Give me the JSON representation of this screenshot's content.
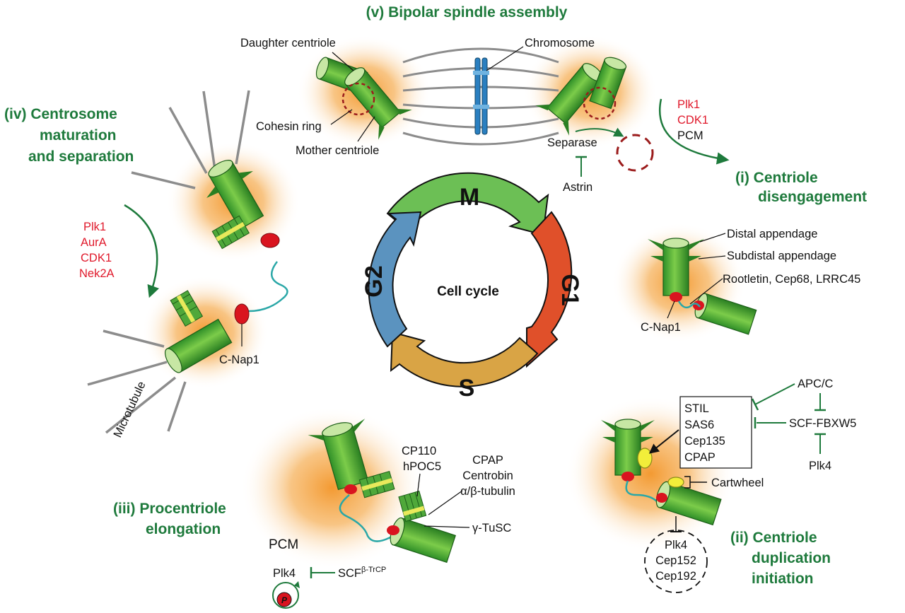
{
  "stages": {
    "v": "(v) Bipolar spindle assembly",
    "iv": [
      "(iv) Centrosome",
      "maturation",
      "and separation"
    ],
    "i": [
      "(i) Centriole",
      "disengagement"
    ],
    "iii": [
      "(iii) Procentriole",
      "elongation"
    ],
    "ii": [
      "(ii) Centriole",
      "duplication",
      "initiation"
    ]
  },
  "cycle": {
    "center": "Cell cycle",
    "phases": {
      "m": "M",
      "g1": "G1",
      "s": "S",
      "g2": "G2"
    },
    "colors": {
      "m": "#6cbf55",
      "g1": "#e0502a",
      "s": "#d9a445",
      "g2": "#5b93bf"
    }
  },
  "spindle": {
    "daughter_centriole": "Daughter centriole",
    "chromosome": "Chromosome",
    "cohesin_ring": "Cohesin ring",
    "mother_centriole": "Mother centriole",
    "separase": "Separase",
    "astrin": "Astrin",
    "kinases": [
      "Plk1",
      "CDK1"
    ],
    "pcm": "PCM"
  },
  "maturation": {
    "kinases": [
      "Plk1",
      "AurA",
      "CDK1",
      "Nek2A"
    ],
    "cnap1": "C-Nap1",
    "microtubule": "Microtubule"
  },
  "disengagement": {
    "distal": "Distal appendage",
    "subdistal": "Subdistal appendage",
    "rootletin": "Rootletin, Cep68, LRRC45",
    "cnap1": "C-Nap1"
  },
  "duplication": {
    "box": [
      "STIL",
      "SAS6",
      "Cep135",
      "CPAP"
    ],
    "apcc": "APC/C",
    "scf_fbxw5": "SCF-FBXW5",
    "plk4_top": "Plk4",
    "cartwheel": "Cartwheel",
    "circle": [
      "Plk4",
      "Cep152",
      "Cep192"
    ]
  },
  "elongation": {
    "cp110": "CP110",
    "hpoc5": "hPOC5",
    "cpap": "CPAP",
    "centrobin": "Centrobin",
    "tubulin": "α/β-tubulin",
    "tusc": "γ-TuSC",
    "pcm": "PCM",
    "plk4": "Plk4",
    "scf": "SCF",
    "scf_sup": "β-TrCP",
    "p": "P"
  },
  "colors": {
    "stage_title": "#1e7a3c",
    "regulator_red": "#e0192b",
    "arrow_green": "#1e7a3c",
    "microtubule_gray": "#8c8c8c",
    "chromosome_blue": "#2a7fc0",
    "linker_teal": "#2aa7a7",
    "cohesin_dash": "#9b1c1c"
  }
}
